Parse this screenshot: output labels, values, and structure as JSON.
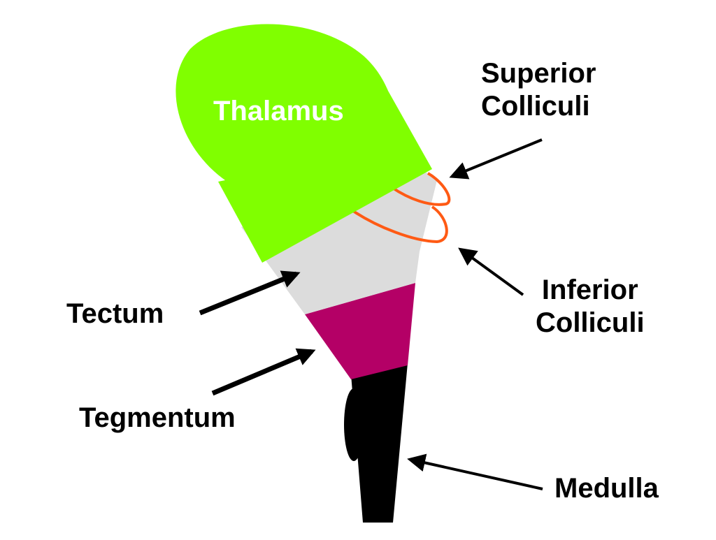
{
  "diagram": {
    "labels": {
      "thalamus": "Thalamus",
      "superior_line1": "Superior",
      "superior_line2": "Colliculi",
      "inferior_line1": "Inferior",
      "inferior_line2": "Colliculi",
      "tectum": "Tectum",
      "tegmentum": "Tegmentum",
      "medulla": "Medulla"
    },
    "colors": {
      "thalamus": "#80ff00",
      "tectum": "#dcdcdc",
      "tegmentum": "#b40066",
      "medulla": "#000000",
      "colliculi_outline": "#ff5a14",
      "arrow": "#000000"
    }
  }
}
